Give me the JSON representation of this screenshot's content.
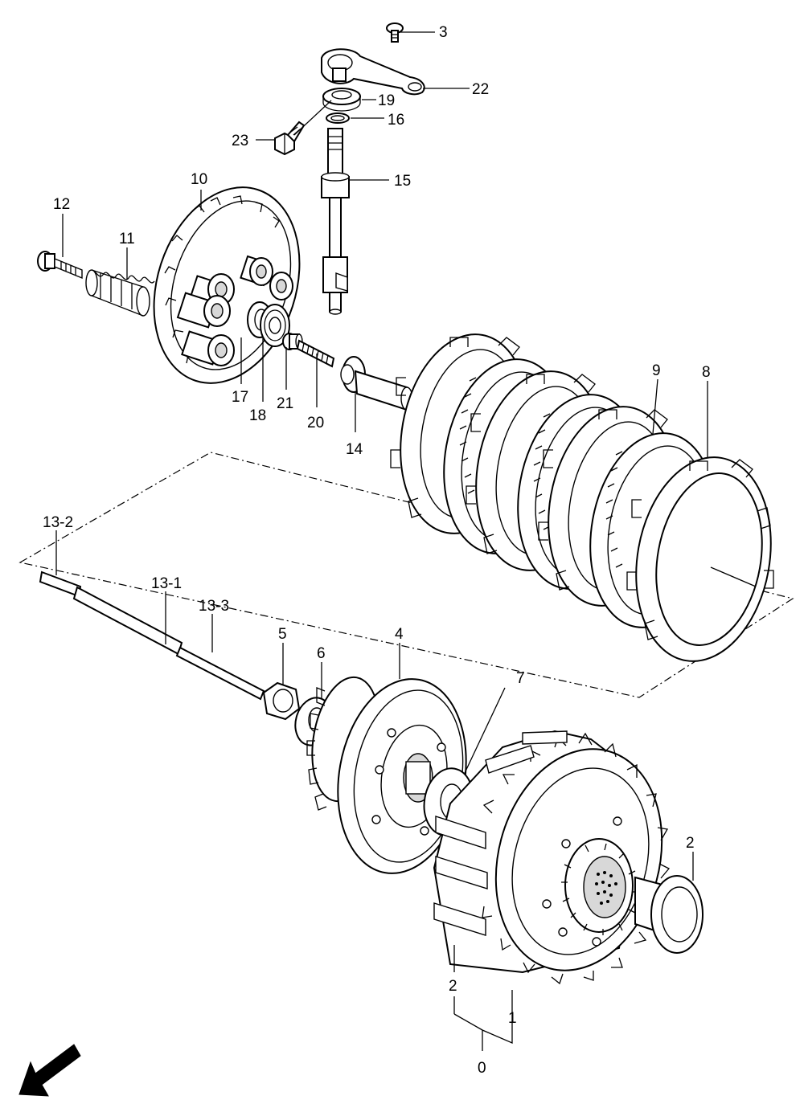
{
  "diagram": {
    "labels": {
      "l0": "0",
      "l1": "1",
      "l2a": "2",
      "l2b": "2",
      "l3": "3",
      "l4": "4",
      "l5": "5",
      "l6": "6",
      "l7": "7",
      "l8": "8",
      "l9": "9",
      "l10": "10",
      "l11": "11",
      "l12": "12",
      "l13_1": "13-1",
      "l13_2": "13-2",
      "l13_3": "13-3",
      "l14": "14",
      "l15": "15",
      "l16": "16",
      "l17": "17",
      "l18": "18",
      "l19": "19",
      "l20": "20",
      "l21": "21",
      "l22": "22",
      "l23": "23"
    },
    "icons": {
      "direction_arrow": "front-direction-arrow-icon"
    }
  }
}
